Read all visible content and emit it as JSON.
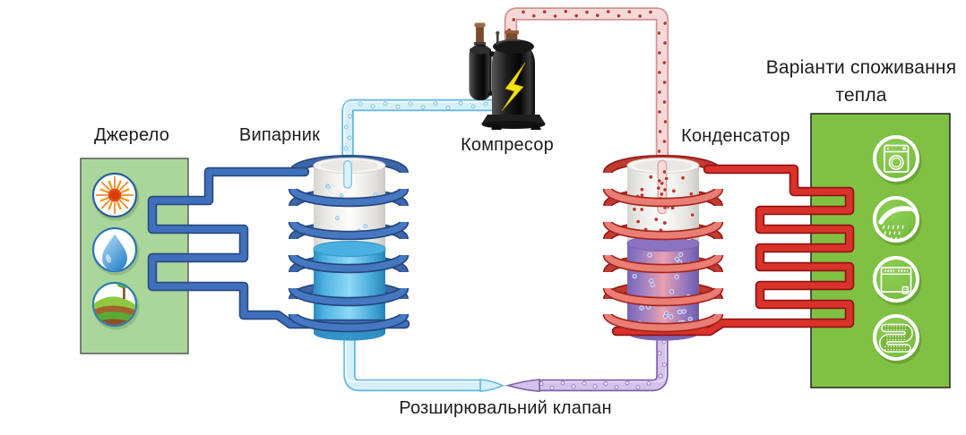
{
  "labels": {
    "source": "Джерело",
    "evaporator": "Випарник",
    "compressor": "Компресор",
    "condenser": "Конденсатор",
    "expansion_valve": "Розширювальний клапан",
    "consumption_line1": "Варіанти споживання",
    "consumption_line2": "тепла"
  },
  "icons": {
    "source": [
      {
        "name": "sun-icon"
      },
      {
        "name": "water-drop-icon"
      },
      {
        "name": "ground-heat-icon"
      }
    ],
    "consumption": [
      {
        "name": "washing-machine-icon"
      },
      {
        "name": "shower-icon"
      },
      {
        "name": "radiator-icon"
      },
      {
        "name": "heated-floor-icon"
      }
    ]
  },
  "colors": {
    "source_box": "#abd69b",
    "consumption_box": "#80c144",
    "cold_coil": "#4070bc",
    "hot_coil": "#d8322a",
    "suction_pipe": "#d5f0fc",
    "discharge_pipe": "#f6d8d6",
    "liquid_pipe": "#d5c1ec",
    "evaporator_liquid": "#4fb2e2",
    "condenser_warm": "#e9a0b2",
    "condenser_purple": "#8e78c4"
  }
}
